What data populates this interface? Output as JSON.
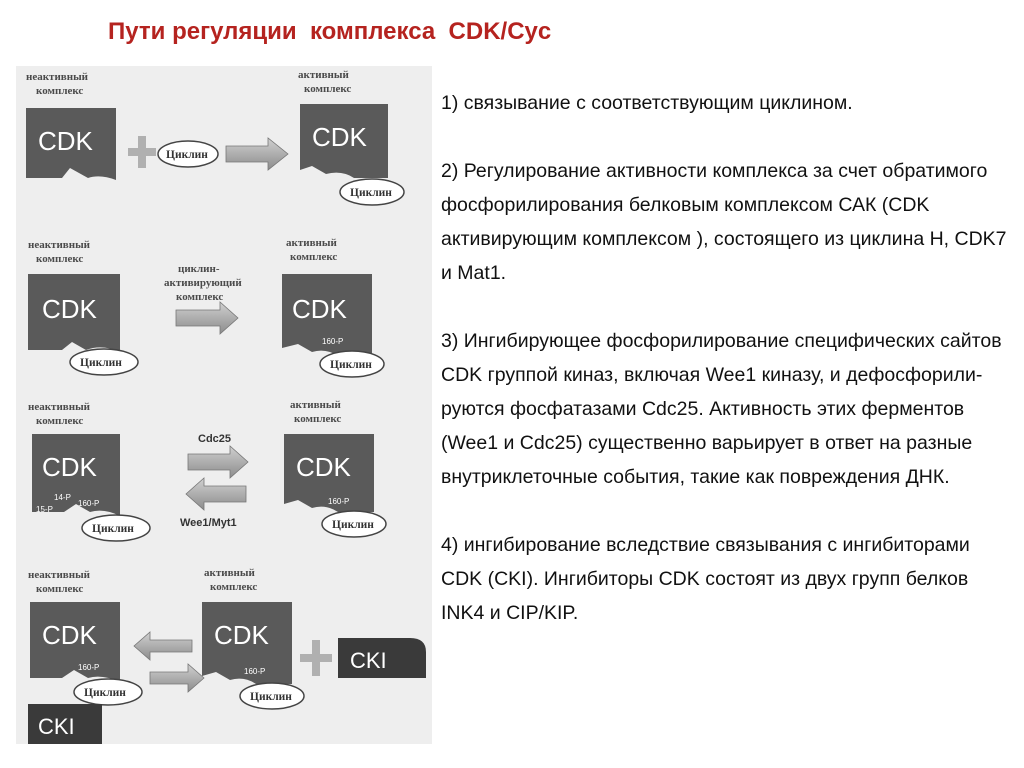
{
  "title": "Пути регуляции  комплекса  CDK/Cyc",
  "diagram": {
    "inactive_label_1": "неактивный",
    "inactive_label_2": "комплекс",
    "active_label_1": "активный",
    "active_label_2": "комплекс",
    "cdk": "CDK",
    "cyclin": "Циклин",
    "cak_line_1": "циклин-",
    "cak_line_2": "активирующий",
    "cak_line_3": "комплекс",
    "site_160": "160-P",
    "site_14": "14-P",
    "site_15": "15-P",
    "cdc25": "Cdc25",
    "wee1": "Wee1/Myt1",
    "cki": "CKI"
  },
  "points": [
    "1)  связывание с соответствующим циклином.",
    "2) Регулирование активности комплекса за счет обратимого фосфорилирования белковым комплексом САК  (CDK активирующим комплексом ), состоящего из циклина Н, CDK7 и Mat1.",
    "3) Ингибирующее фосфорилирование специфических сайтов CDK  группой киназ, включая Wee1 киназу, и  дефосфорили-руются фосфатазами Cdc25. Активность этих ферментов (Wee1 и Cdc25) существенно варьирует в ответ на разные внутриклеточные события, такие как повреждения ДНК.",
    "4) ингибирование вследствие связывания с ингибиторами CDK (CKI). Ингибиторы CDK состоят из двух групп белков INK4 и CIP/KIP."
  ]
}
